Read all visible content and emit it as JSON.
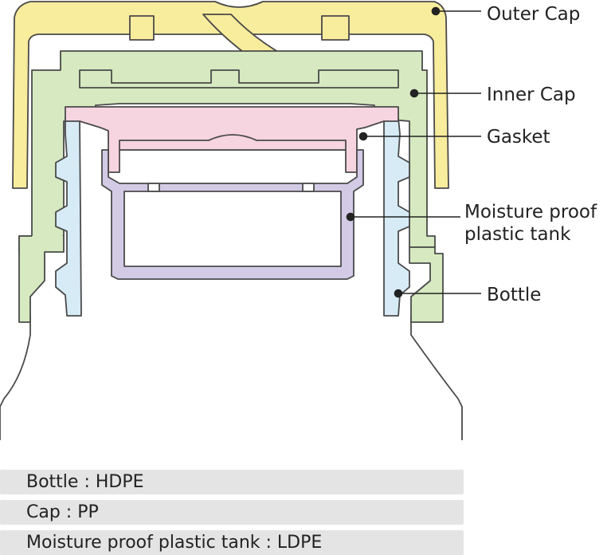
{
  "colors": {
    "outer_cap": "#f8ec9d",
    "inner_cap": "#d6e9c0",
    "gasket": "#f6d4e0",
    "tank": "#d3cbe6",
    "bottle": "#d7ebf7",
    "outline": "#4a4a4a",
    "legend_bg": "#e4e4e4"
  },
  "callouts": {
    "outer_cap": "Outer Cap",
    "inner_cap": "Inner Cap",
    "gasket": "Gasket",
    "tank_line1": "Moisture proof",
    "tank_line2": "plastic tank",
    "bottle": "Bottle"
  },
  "materials": [
    "Bottle : HDPE",
    "Cap : PP",
    "Moisture proof plastic tank : LDPE"
  ]
}
